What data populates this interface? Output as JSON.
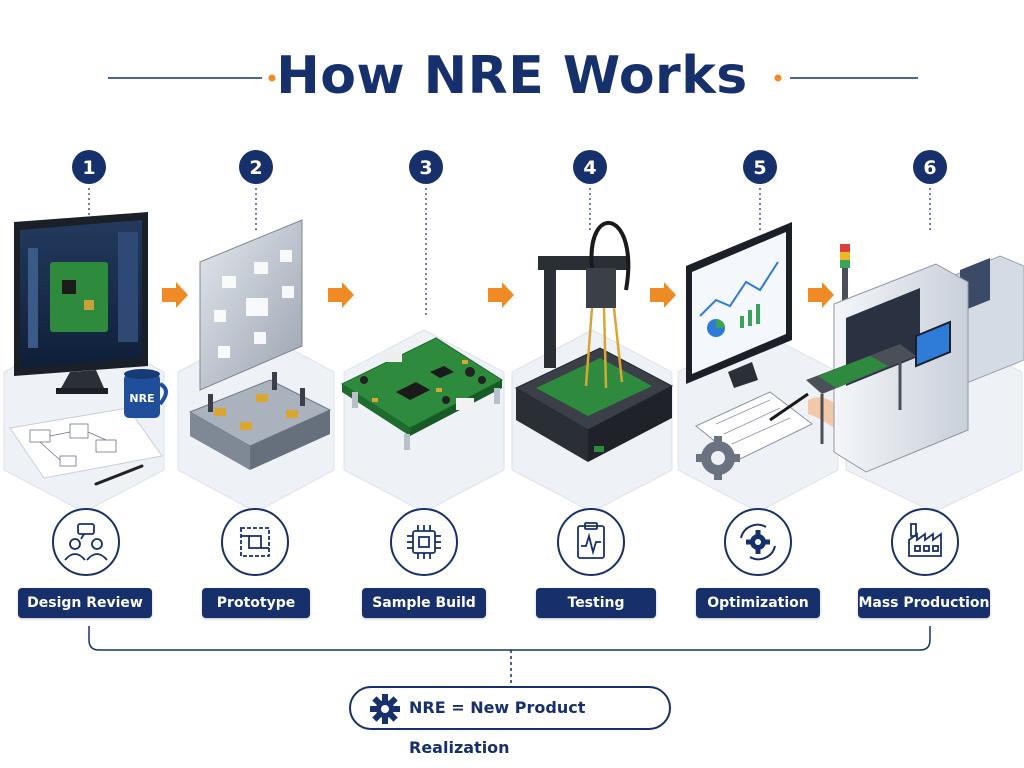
{
  "title": "How NRE Works",
  "colors": {
    "navy": "#17306b",
    "accent_orange": "#f08a24",
    "pcb_green": "#2e8b3e",
    "platform_gray": "#eef1f6"
  },
  "steps": [
    {
      "number": "1",
      "label": "Design Review",
      "icon": "team-discussion-icon",
      "illustration": "cad-monitor-schematic"
    },
    {
      "number": "2",
      "label": "Prototype",
      "icon": "circuit-board-icon",
      "illustration": "metal-fixture"
    },
    {
      "number": "3",
      "label": "Sample Build",
      "icon": "microchip-icon",
      "illustration": "assembled-pcb"
    },
    {
      "number": "4",
      "label": "Testing",
      "icon": "clipboard-waveform-icon",
      "illustration": "probe-test-station"
    },
    {
      "number": "5",
      "label": "Optimization",
      "icon": "gear-cycle-icon",
      "illustration": "analytics-monitor"
    },
    {
      "number": "6",
      "label": "Mass Production",
      "icon": "factory-icon",
      "illustration": "smt-production-line"
    }
  ],
  "illustration_text": {
    "mug_label": "NRE"
  },
  "footer": {
    "text": "NRE = New Product Realization",
    "icon": "gear-icon"
  }
}
